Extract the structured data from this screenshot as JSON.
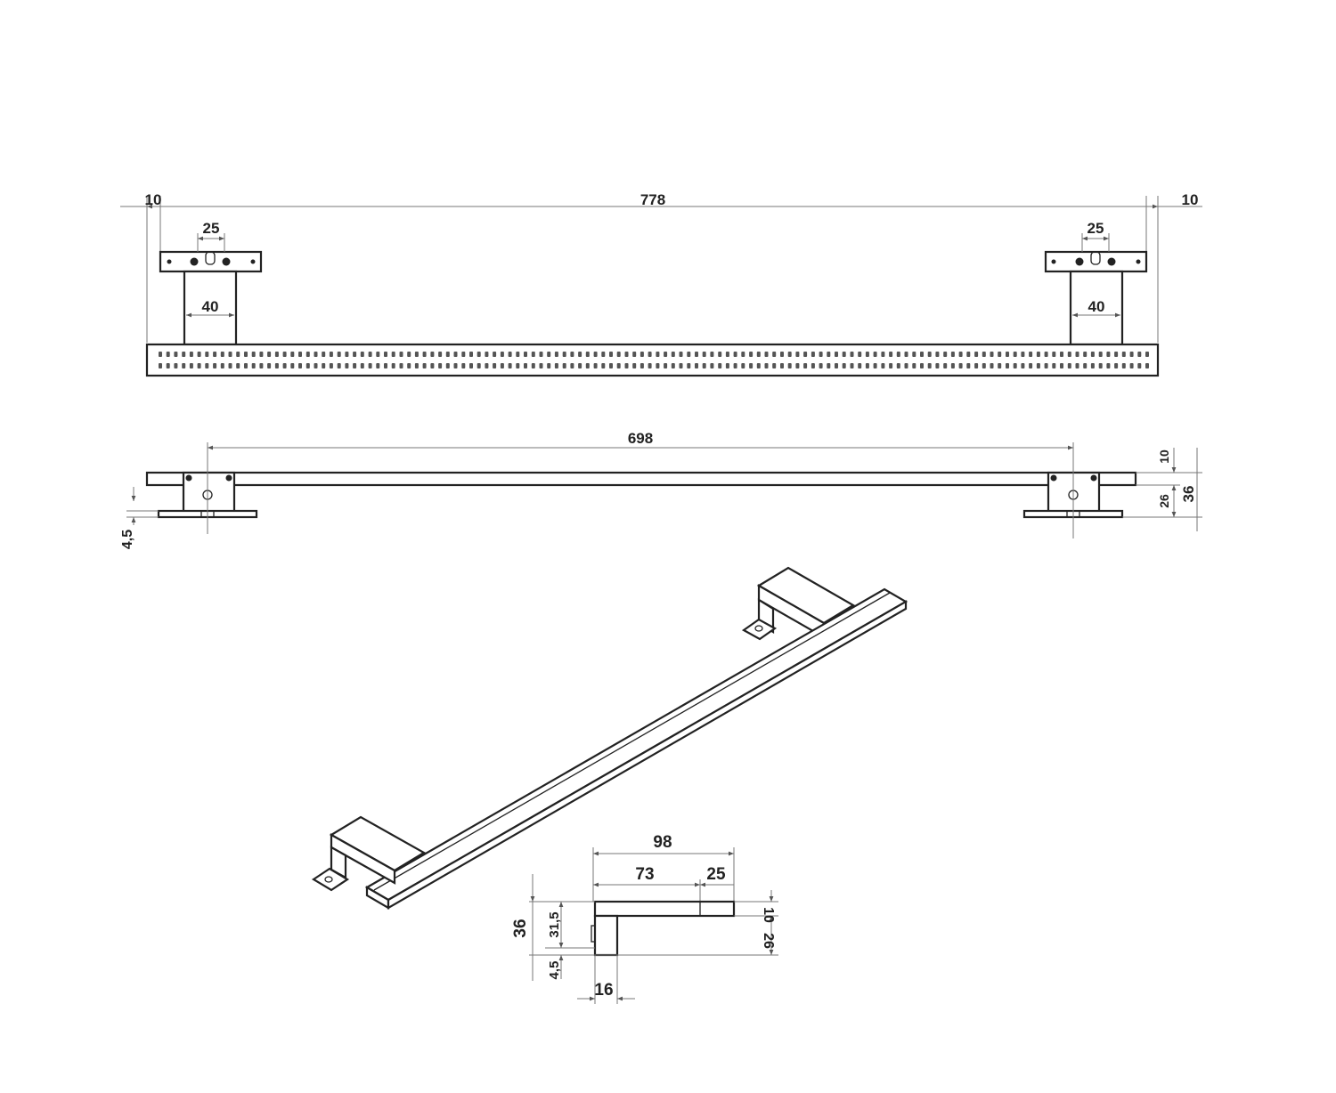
{
  "diagram": {
    "stroke_color": "#222222",
    "dim_line_color": "#777777",
    "front_view": {
      "overall_length": "778",
      "left_overhang": "10",
      "right_overhang": "10",
      "bracket_hole_spacing_left": "25",
      "bracket_hole_spacing_right": "25",
      "bracket_width_left": "40",
      "bracket_width_right": "40",
      "led_dot_count": 128
    },
    "top_view": {
      "bracket_spacing": "698",
      "bar_thickness": "10",
      "bracket_height": "26",
      "total_height": "36",
      "plate_thickness": "4,5"
    },
    "side_detail": {
      "total_depth": "98",
      "arm_length": "73",
      "bar_depth": "25",
      "total_height": "36",
      "arm_height": "31,5",
      "plate_thickness": "4,5",
      "bar_thickness": "10",
      "bracket_drop": "26",
      "bracket_width": "16"
    }
  }
}
